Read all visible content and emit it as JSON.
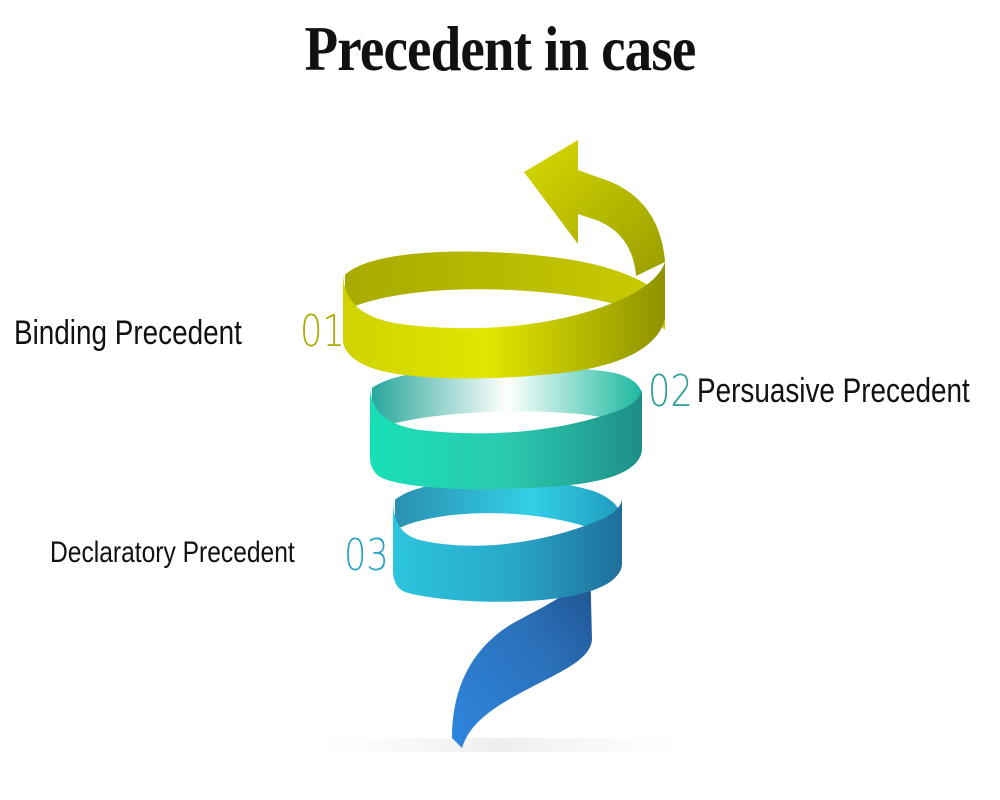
{
  "title": "Precedent in case",
  "colors": {
    "level_1": "#b5b800",
    "level_2": "#2fb3a0",
    "level_3": "#2a9fc0",
    "level_4": "#2a7fd4"
  },
  "items": [
    {
      "number": "01",
      "label": "Binding Precedent"
    },
    {
      "number": "02",
      "label": "Persuasive Precedent"
    },
    {
      "number": "03",
      "label": "Declaratory Precedent"
    }
  ]
}
